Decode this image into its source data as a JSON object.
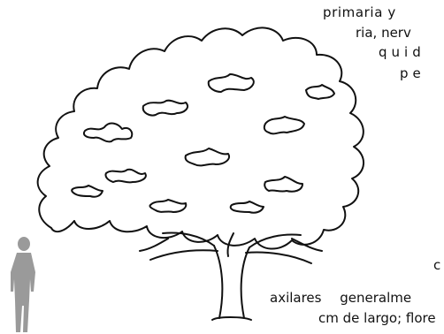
{
  "illustration": {
    "subject": "tree-line-drawing",
    "scale_figure": "human-silhouette",
    "stroke_color": "#111111",
    "figure_color": "#9a9a9a"
  },
  "text_lines": [
    "primaria y",
    "ria, nerv",
    "quid",
    "pe",
    "c",
    "axilares generalme",
    "cm de largo; flore"
  ]
}
